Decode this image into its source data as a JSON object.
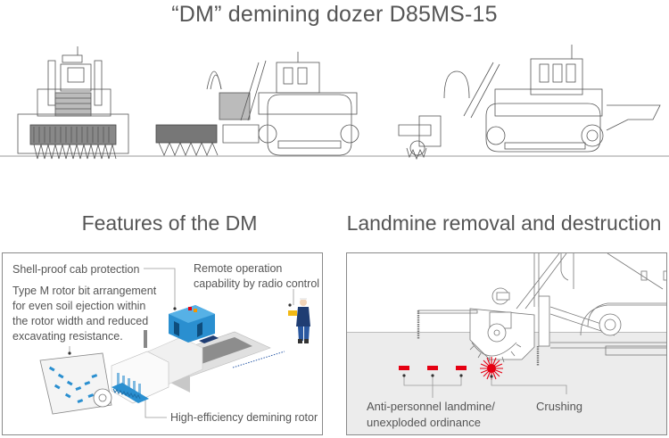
{
  "title": "“DM” demining dozer D85MS-15",
  "top_views": [
    {
      "name": "front-view"
    },
    {
      "name": "side-view-rotor-lowered"
    },
    {
      "name": "side-view-rotor-raised"
    }
  ],
  "features": {
    "heading": "Features of the DM",
    "labels": {
      "cab": "Shell-proof cab protection",
      "rotor_bits_1": "Type M rotor bit arrangement",
      "rotor_bits_2": "for even soil ejection within",
      "rotor_bits_3": "the rotor width and reduced",
      "rotor_bits_4": "excavating resistance.",
      "remote_1": "Remote operation",
      "remote_2": "capability by radio control",
      "rotor": "High-efficiency demining rotor"
    },
    "colors": {
      "cab_blue": "#2a8fd0",
      "operator_navy": "#1f3d73",
      "controller_yellow": "#f2b915",
      "bit_blue": "#2a8fd0"
    }
  },
  "removal": {
    "heading": "Landmine removal and destruction",
    "labels": {
      "mine_1": "Anti-personnel landmine/",
      "mine_2": "unexploded ordinance",
      "crushing": "Crushing"
    },
    "mine_count": 3,
    "colors": {
      "mine_red": "#e50012",
      "ground": "#ececec"
    }
  }
}
